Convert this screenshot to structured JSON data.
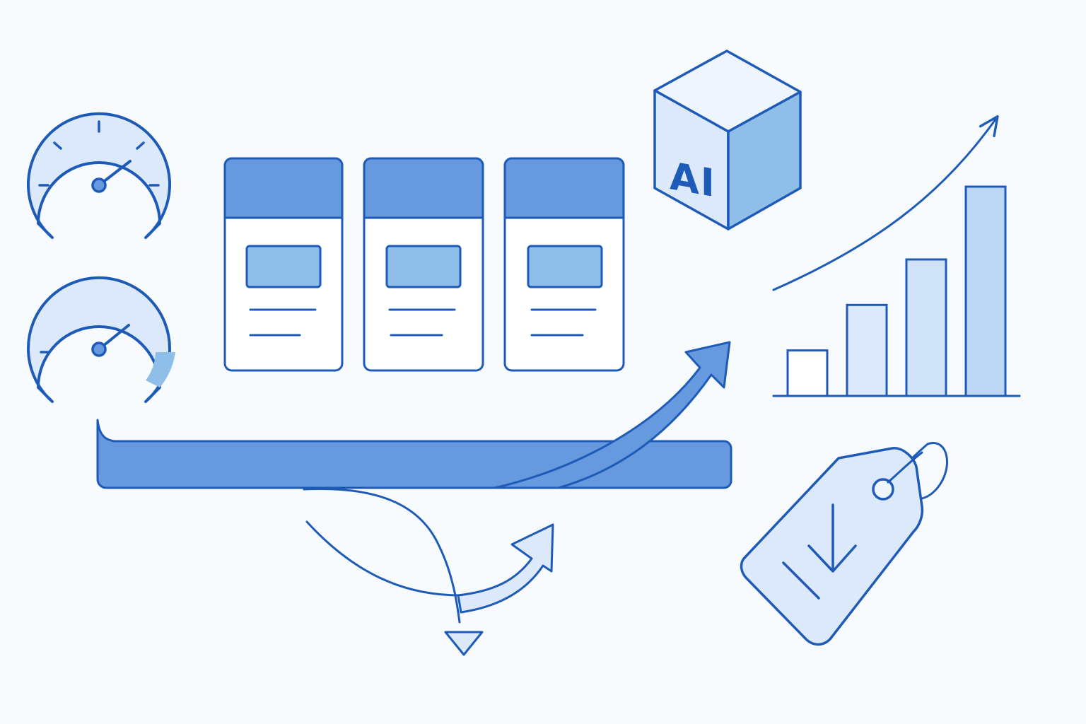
{
  "colors": {
    "background": "#f8fbfe",
    "stroke": "#1e5bb8",
    "fill_dark": "#6699dd",
    "fill_mid": "#8fbfe8",
    "fill_light": "#dbe9fa",
    "fill_pale": "#eef5fd",
    "white": "#ffffff"
  },
  "icons": {
    "gauge_top": "speedometer-icon",
    "gauge_bottom": "speedometer-icon",
    "cards": "document-card-icon",
    "cube": "ai-cube-icon",
    "growth": "bar-chart-growth-icon",
    "tag": "price-tag-down-icon"
  },
  "cube": {
    "label": "AI"
  },
  "gauges": [
    {
      "name": "gauge-top",
      "needle_level": 0.62,
      "fill_fraction": 0
    },
    {
      "name": "gauge-bottom",
      "needle_level": 0.62,
      "fill_fraction": 0.12
    }
  ],
  "cards": [
    {
      "name": "card-1"
    },
    {
      "name": "card-2"
    },
    {
      "name": "card-3"
    }
  ],
  "growth_chart": {
    "type": "bar",
    "values": [
      1,
      2,
      3,
      4.6
    ],
    "trend": "up"
  }
}
